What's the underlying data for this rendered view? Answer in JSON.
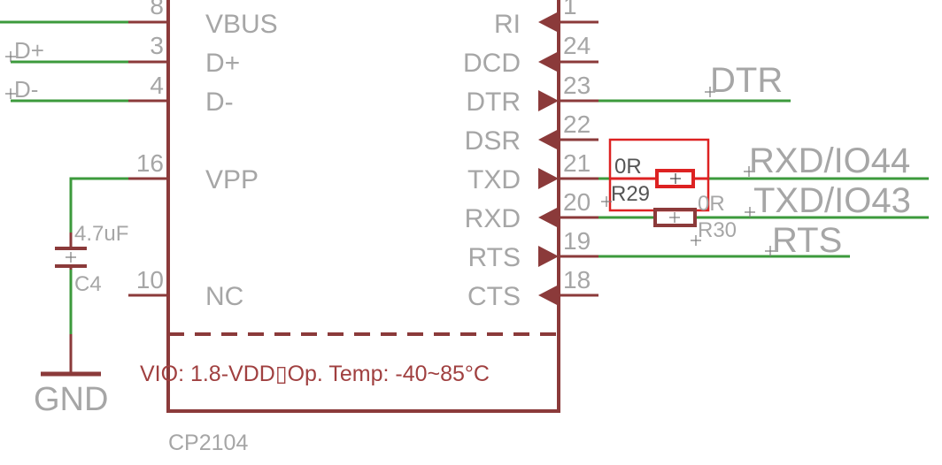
{
  "chip": {
    "name": "CP2104",
    "note": "VIO: 1.8-VDD▯Op. Temp: -40~85°C"
  },
  "left_pins": [
    {
      "num": "8",
      "name": "VBUS"
    },
    {
      "num": "3",
      "name": "D+"
    },
    {
      "num": "4",
      "name": "D-"
    },
    {
      "num": "16",
      "name": "VPP"
    },
    {
      "num": "10",
      "name": "NC"
    }
  ],
  "right_pins": [
    {
      "num": "1",
      "name": "RI"
    },
    {
      "num": "24",
      "name": "DCD"
    },
    {
      "num": "23",
      "name": "DTR"
    },
    {
      "num": "22",
      "name": "DSR"
    },
    {
      "num": "21",
      "name": "TXD"
    },
    {
      "num": "20",
      "name": "RXD"
    },
    {
      "num": "19",
      "name": "RTS"
    },
    {
      "num": "18",
      "name": "CTS"
    }
  ],
  "nets": {
    "d_plus": "D+",
    "d_minus": "D-",
    "dtr": "DTR",
    "rxd_io44": "RXD/IO44",
    "txd_io43": "TXD/IO43",
    "rts": "RTS",
    "gnd": "GND"
  },
  "components": {
    "r29_value": "0R",
    "r29_name": "R29",
    "r30_value": "0R",
    "r30_name": "R30",
    "c4_value": "4.7uF",
    "c4_name": "C4"
  },
  "colors": {
    "component": "#8b3a3a",
    "net": "#3c9a3c",
    "label": "#a6a6a6",
    "highlight": "#dd2222"
  }
}
